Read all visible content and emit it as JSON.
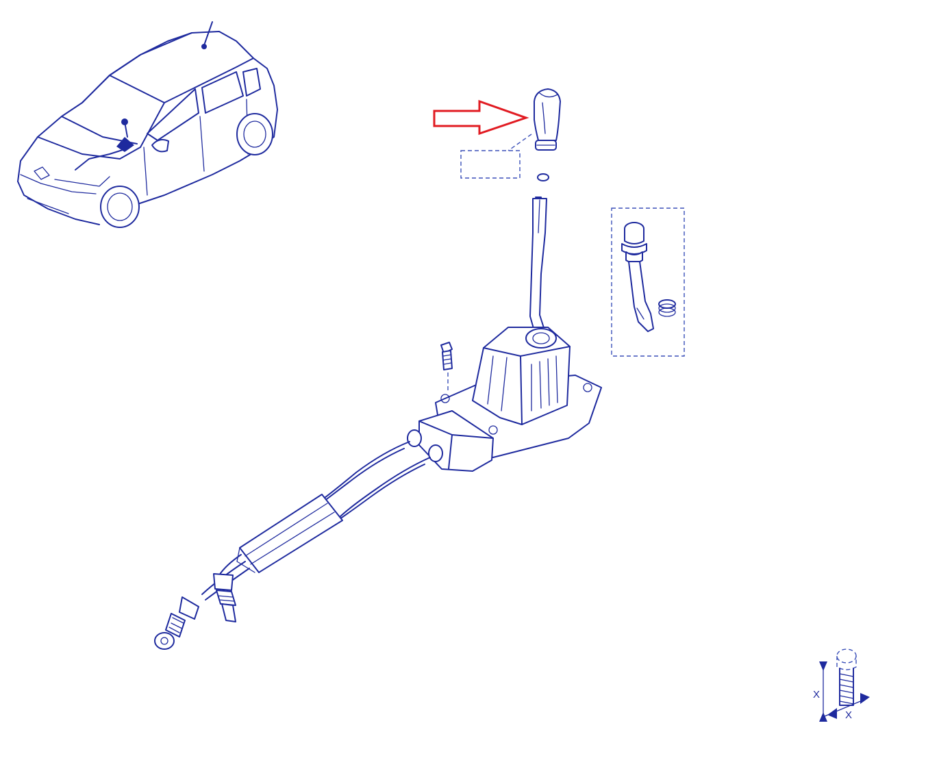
{
  "diagram": {
    "colors": {
      "line": "#1e2a9e",
      "dashed": "#3a4fb8",
      "highlight_arrow": "#e11b22",
      "background": "#ffffff"
    },
    "torque_detail": {
      "label_vertical": "X",
      "label_horizontal": "X"
    },
    "callout": {
      "target": "gear-knob",
      "arrow_color": "#e11b22"
    }
  }
}
